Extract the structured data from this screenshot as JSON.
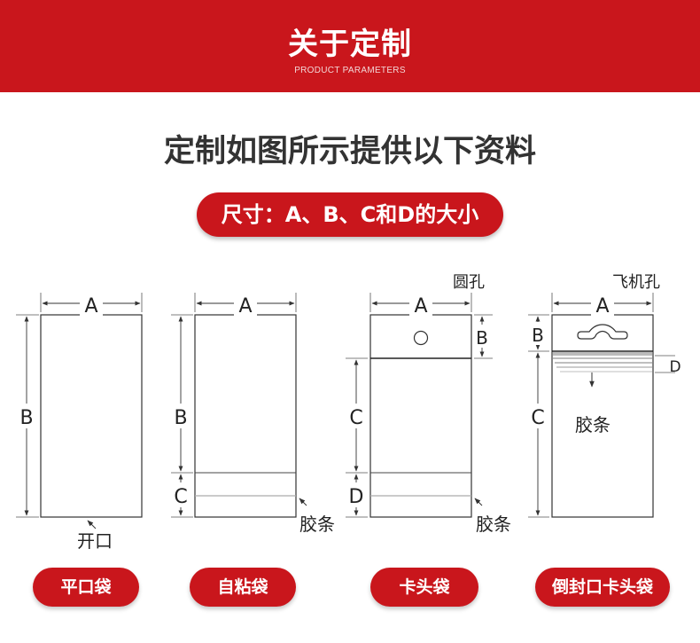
{
  "header": {
    "title": "关于定制",
    "subtitle": "PRODUCT PARAMETERS"
  },
  "heading": "定制如图所示提供以下资料",
  "size_pill": "尺寸：A、B、C和D的大小",
  "diagram": {
    "dim_a": "A",
    "dim_b": "B",
    "dim_c": "C",
    "dim_d": "D",
    "opening": "开口",
    "glue_strip": "胶条",
    "round_hole": "圆孔",
    "airplane_hole": "飞机孔"
  },
  "bag_types": [
    "平口袋",
    "自粘袋",
    "卡头袋",
    "倒封口卡头袋"
  ]
}
